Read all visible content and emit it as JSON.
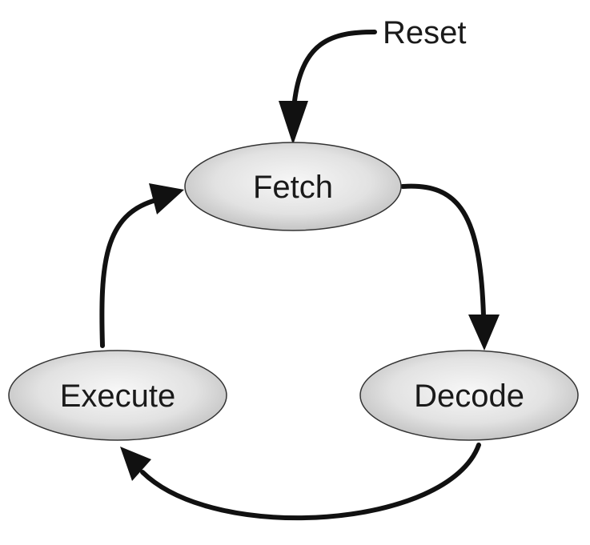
{
  "diagram": {
    "nodes": {
      "fetch": {
        "label": "Fetch"
      },
      "decode": {
        "label": "Decode"
      },
      "execute": {
        "label": "Execute"
      }
    },
    "entry": {
      "label": "Reset"
    },
    "edges": [
      {
        "from": "reset",
        "to": "fetch"
      },
      {
        "from": "fetch",
        "to": "decode"
      },
      {
        "from": "decode",
        "to": "execute"
      },
      {
        "from": "execute",
        "to": "fetch"
      }
    ],
    "colors": {
      "node_fill_light": "#f4f4f4",
      "node_fill_dark": "#c8c8c8",
      "node_stroke": "#333333",
      "arrow": "#111111",
      "text": "#1a1a1a"
    }
  }
}
